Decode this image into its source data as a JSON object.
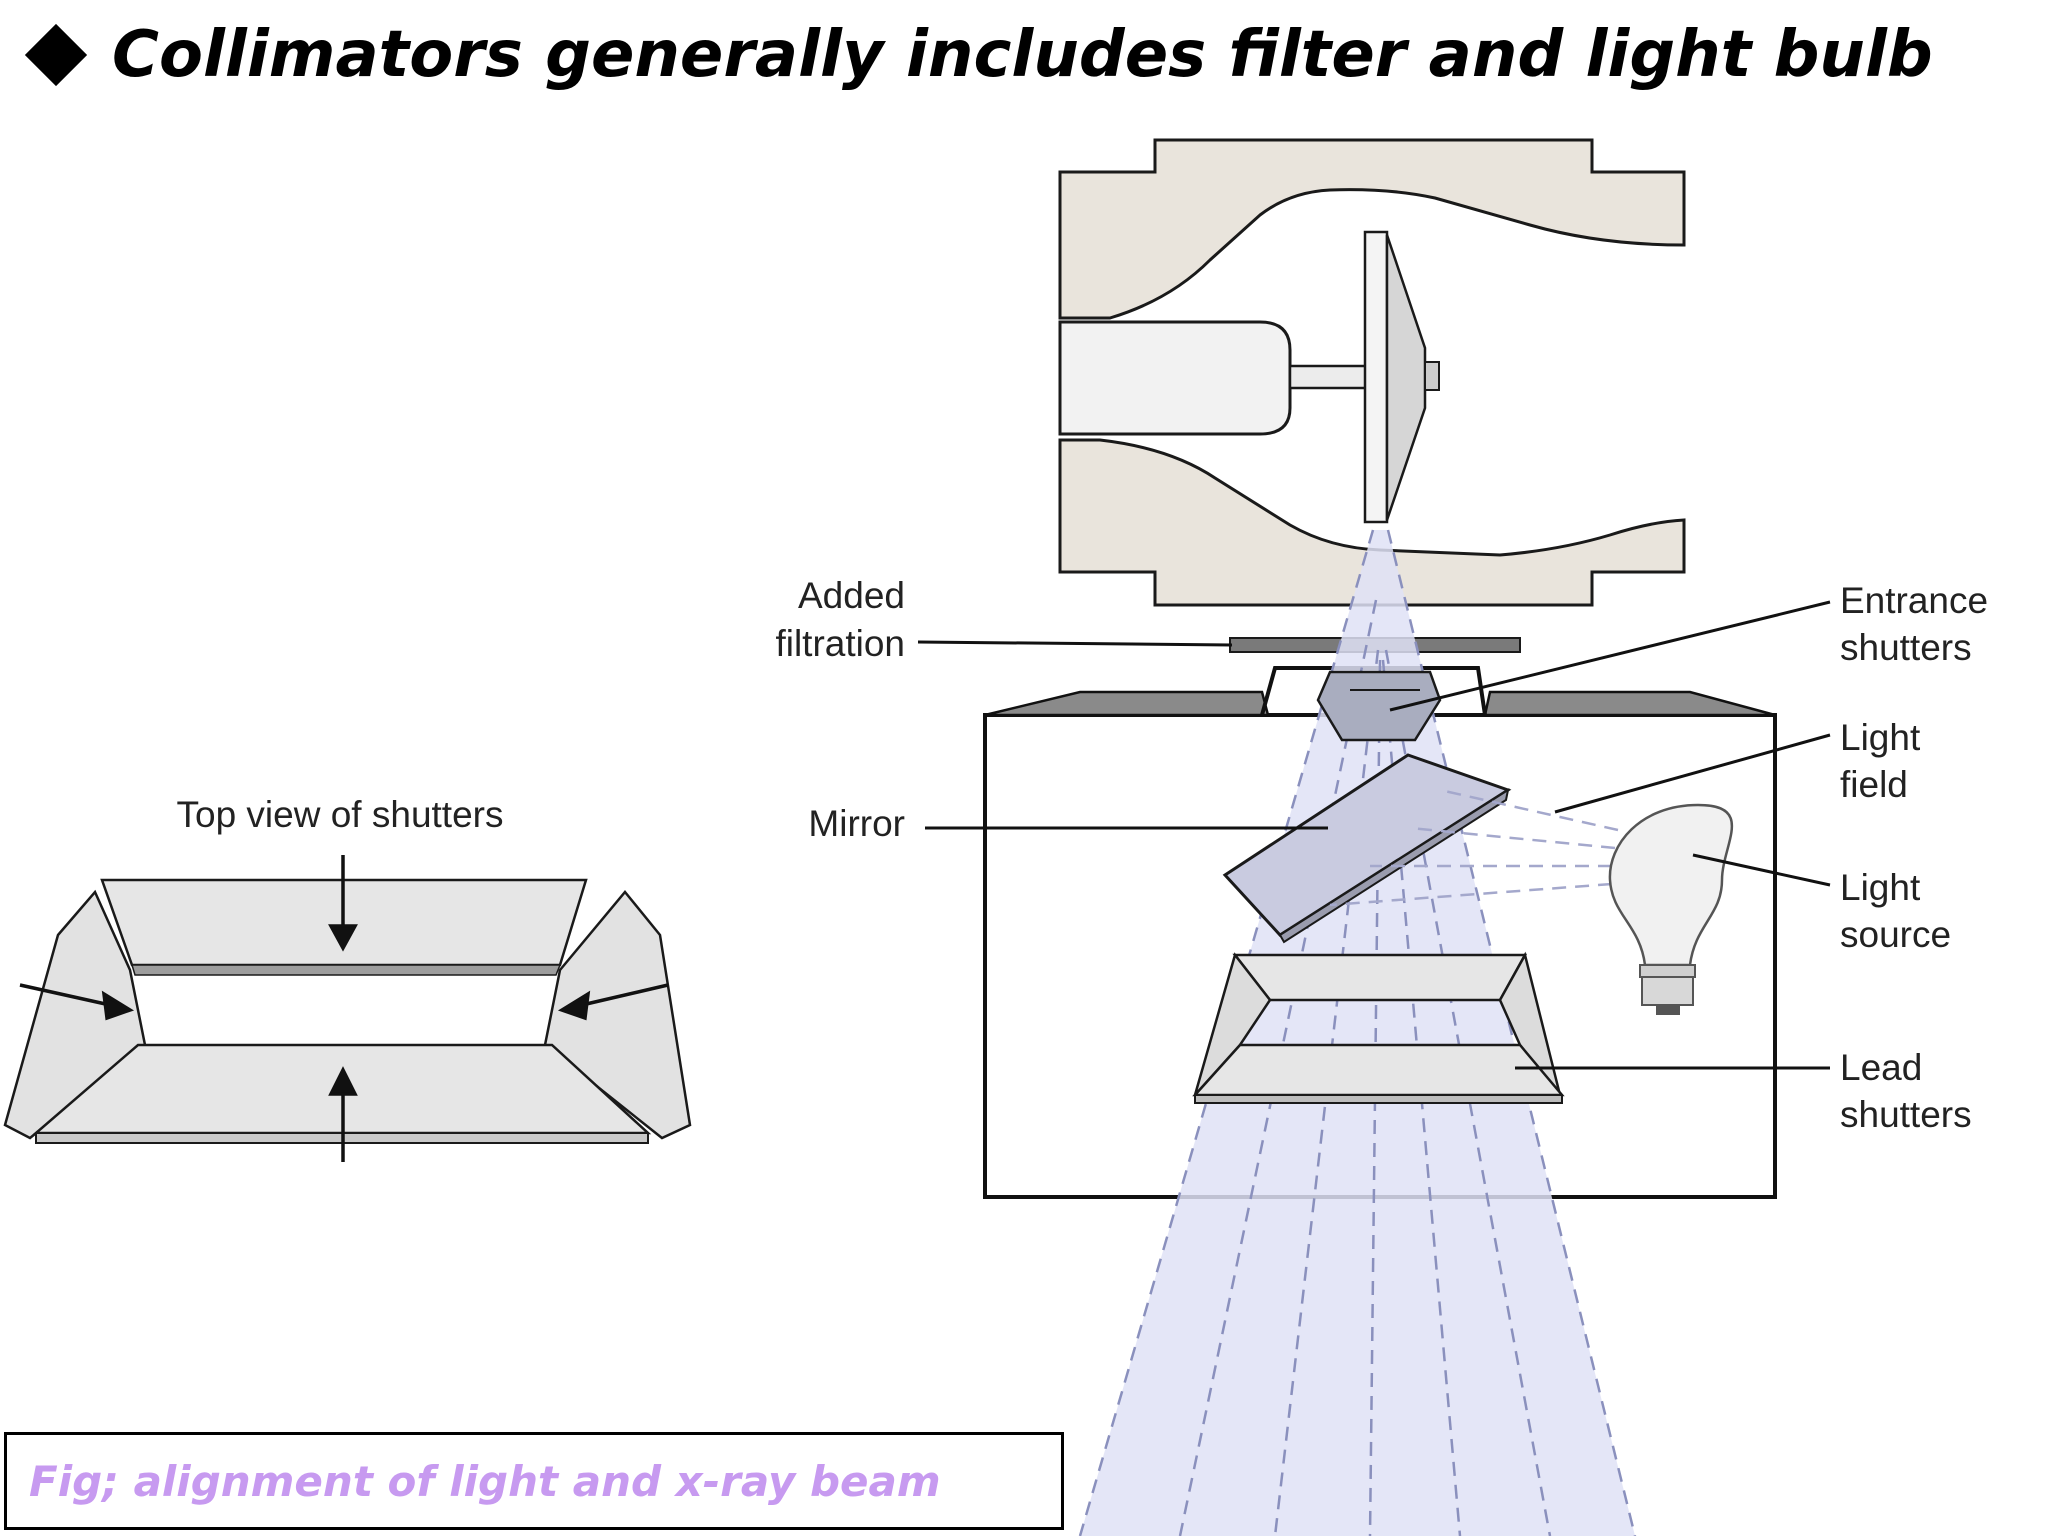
{
  "title": "Collimators generally includes filter and light bulb",
  "caption": "Fig; alignment of light and x-ray beam",
  "labels": {
    "added_1": "Added",
    "added_2": "filtration",
    "entrance_1": "Entrance",
    "entrance_2": "shutters",
    "light_field_1": "Light",
    "light_field_2": "field",
    "light_source_1": "Light",
    "light_source_2": "source",
    "lead_1": "Lead",
    "lead_2": "shutters",
    "mirror": "Mirror",
    "top_view": "Top view of shutters"
  },
  "colors": {
    "housing": "#e9e4dc",
    "beam": "#dfe2f6",
    "shutter": "#e6e6e6",
    "caption": "#c79af0"
  }
}
